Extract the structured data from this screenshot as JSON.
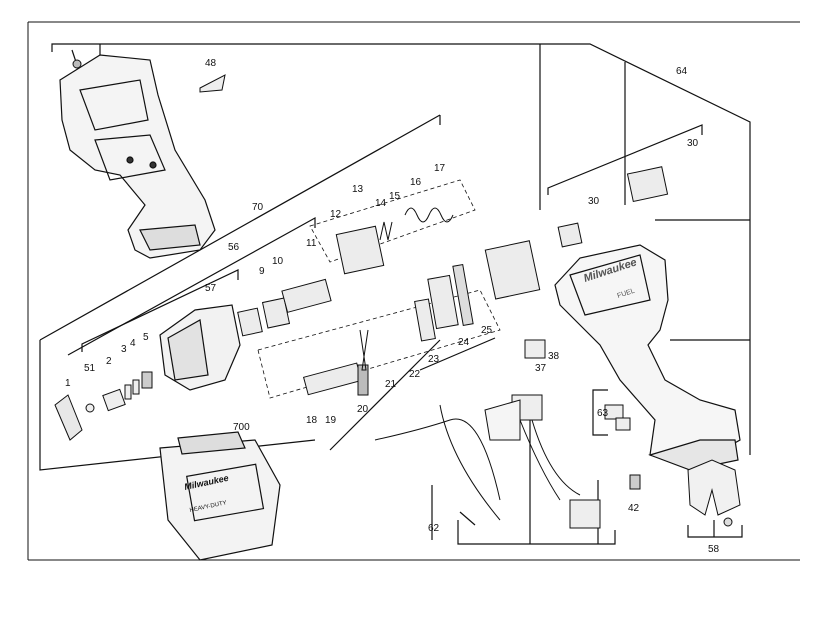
{
  "diagram": {
    "part_labels": [
      "1",
      "2",
      "3",
      "4",
      "5",
      "9",
      "10",
      "11",
      "12",
      "13",
      "14",
      "15",
      "16",
      "17",
      "18",
      "19",
      "20",
      "21",
      "22",
      "23",
      "24",
      "25",
      "30",
      "30",
      "37",
      "38",
      "42",
      "48",
      "51",
      "56",
      "57",
      "58",
      "62",
      "63",
      "64",
      "70",
      "700"
    ],
    "brand_text": "Milwaukee",
    "case_text": "HEAVY-DUTY",
    "housing_text": "FUEL"
  }
}
